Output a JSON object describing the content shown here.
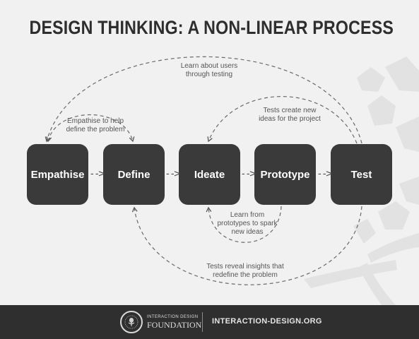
{
  "title": "DESIGN THINKING: A NON-LINEAR PROCESS",
  "stages": [
    {
      "label": "Empathise"
    },
    {
      "label": "Define"
    },
    {
      "label": "Ideate"
    },
    {
      "label": "Prototype"
    },
    {
      "label": "Test"
    }
  ],
  "notes": {
    "learn_users": [
      "Learn about users",
      "through testing"
    ],
    "empathise_define": [
      "Empathise to help",
      "define the problem"
    ],
    "tests_ideas": [
      "Tests create new",
      "ideas for the project"
    ],
    "learn_prototypes": [
      "Learn from",
      "prototypes to spark",
      "new ideas"
    ],
    "tests_insights": [
      "Tests reveal insights that",
      "redefine the problem"
    ]
  },
  "footer": {
    "org_line1": "INTERACTION DESIGN",
    "org_line2": "FOUNDATION",
    "url": "INTERACTION-DESIGN.ORG"
  },
  "colors": {
    "background": "#f1f1f1",
    "stage_fill": "#3a3a3a",
    "footer_fill": "#2f2f2f",
    "decor": "#e2e2e2"
  }
}
